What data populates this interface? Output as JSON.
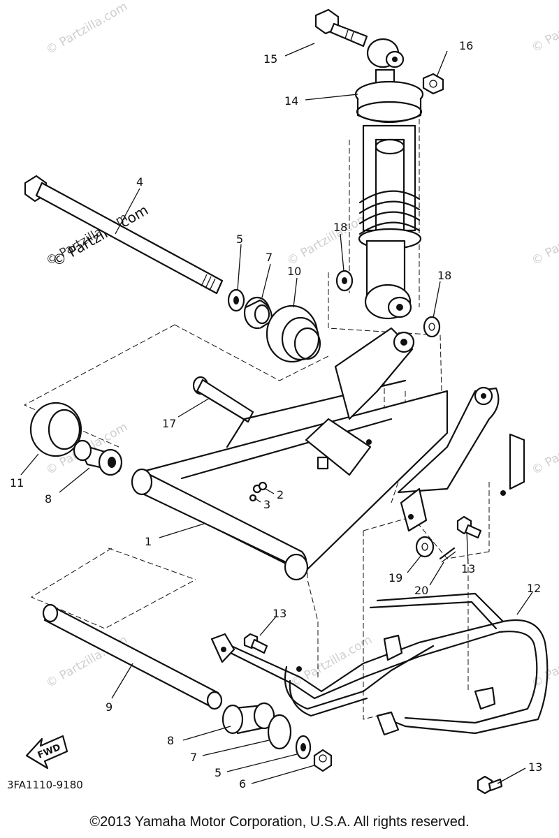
{
  "watermark": "© Partzilla.com",
  "callouts": {
    "c1": "1",
    "c2": "2",
    "c3": "3",
    "c4": "4",
    "c5a": "5",
    "c5b": "5",
    "c6": "6",
    "c7a": "7",
    "c7b": "7",
    "c8a": "8",
    "c8b": "8",
    "c9": "9",
    "c10": "10",
    "c11": "11",
    "c12": "12",
    "c13a": "13",
    "c13b": "13",
    "c13c": "13",
    "c14": "14",
    "c15": "15",
    "c16": "16",
    "c17": "17",
    "c18a": "18",
    "c18b": "18",
    "c19": "19",
    "c20": "20"
  },
  "fwd_label": "FWD",
  "drawing_number": "3FA1110-9180",
  "copyright": "©2013  Yamaha Motor Corporation, U.S.A. All rights reserved."
}
